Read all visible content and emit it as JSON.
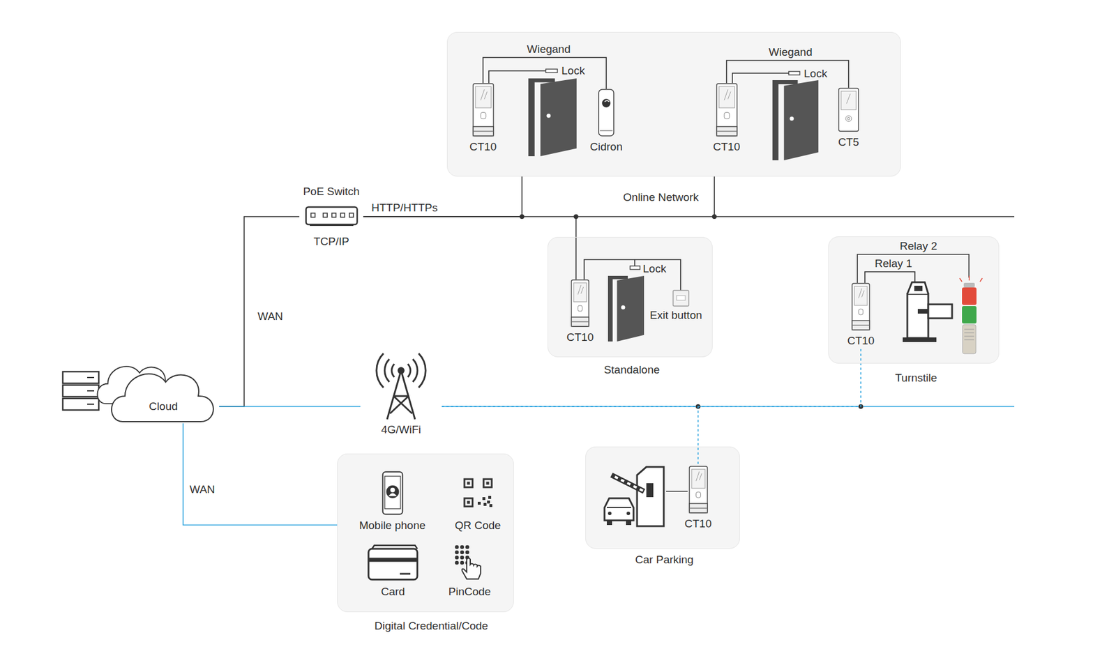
{
  "diagram": {
    "nodes": [
      {
        "text": [
          "Online Network"
        ]
      },
      {
        "text": [
          "CT10"
        ],
        "in": 0
      },
      {
        "text": [
          "Cidron"
        ],
        "in": 0
      },
      {
        "text": [
          "CT10"
        ],
        "in": 0
      },
      {
        "text": [
          "CT5"
        ],
        "in": 0
      },
      {
        "text": [
          "Standalone"
        ]
      },
      {
        "text": [
          "CT10"
        ],
        "in": 5
      },
      {
        "text": [
          "Turnstile"
        ]
      },
      {
        "text": [
          "CT10"
        ],
        "in": 7
      },
      {
        "text": [
          "Car Parking"
        ]
      },
      {
        "text": [
          "CT10"
        ],
        "in": 9
      },
      {
        "text": [
          "Digital Credential/Code"
        ]
      },
      {
        "text": [
          "Mobile phone"
        ],
        "in": 11
      },
      {
        "text": [
          "QR Code"
        ],
        "in": 11
      },
      {
        "text": [
          "Card"
        ],
        "in": 11
      },
      {
        "text": [
          "PinCode"
        ],
        "in": 11
      },
      {
        "text": [
          "Cloud"
        ]
      },
      {
        "text": [
          "PoE Switch",
          "TCP/IP"
        ]
      },
      {
        "text": [
          "4G/WiFi"
        ]
      }
    ],
    "edges": [
      {
        "from": 1,
        "to": 2,
        "arrow": "none",
        "label": "Wiegand"
      },
      {
        "from": 3,
        "to": 4,
        "arrow": "none",
        "label": "Wiegand"
      },
      {
        "from": 16,
        "to": 17,
        "arrow": "none",
        "label": "WAN"
      },
      {
        "from": 16,
        "to": 18,
        "arrow": "none"
      },
      {
        "from": 16,
        "to": 11,
        "arrow": "none",
        "label": "WAN"
      },
      {
        "from": 17,
        "to": 0,
        "arrow": "none",
        "label": "HTTP/HTTPs"
      },
      {
        "from": 17,
        "to": 6,
        "arrow": "none"
      },
      {
        "from": 18,
        "to": 10,
        "arrow": "none"
      },
      {
        "from": 18,
        "to": 8,
        "arrow": "none"
      }
    ],
    "labels": [
      "Lock",
      "Lock",
      "Lock",
      "Exit button",
      "Relay 2",
      "Relay 1"
    ]
  }
}
